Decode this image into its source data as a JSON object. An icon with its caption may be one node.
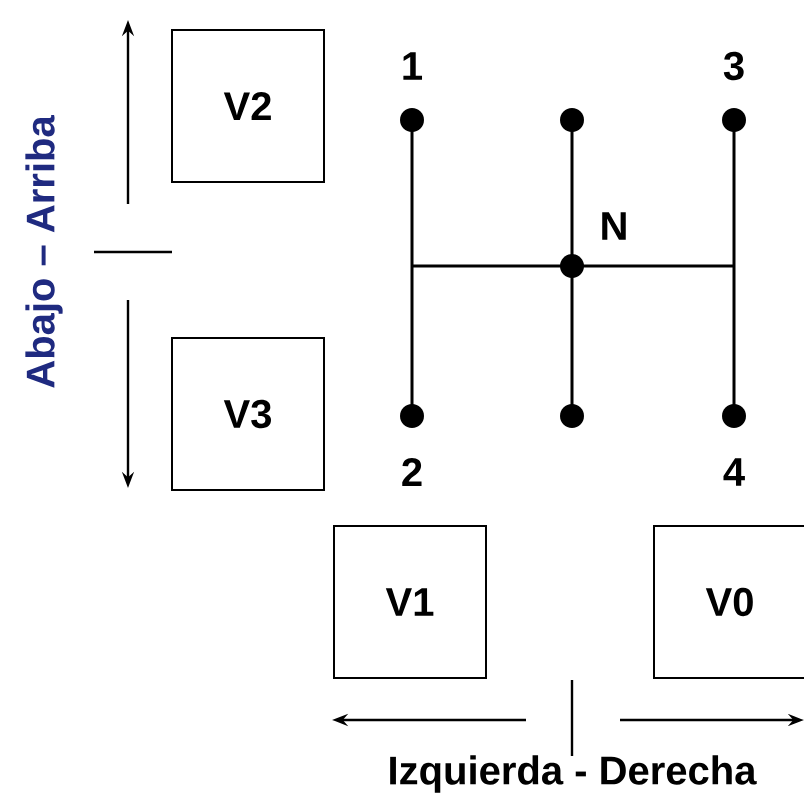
{
  "diagram": {
    "nodes": [
      {
        "text": [
          "V2"
        ]
      },
      {
        "text": [
          "V3"
        ]
      },
      {
        "text": [
          "V1"
        ]
      },
      {
        "text": [
          "V0"
        ]
      }
    ],
    "edges": [],
    "labels": [
      "Abajo – Arriba",
      "1",
      "3",
      "N",
      "2",
      "4",
      "Izquierda - Derecha"
    ]
  }
}
